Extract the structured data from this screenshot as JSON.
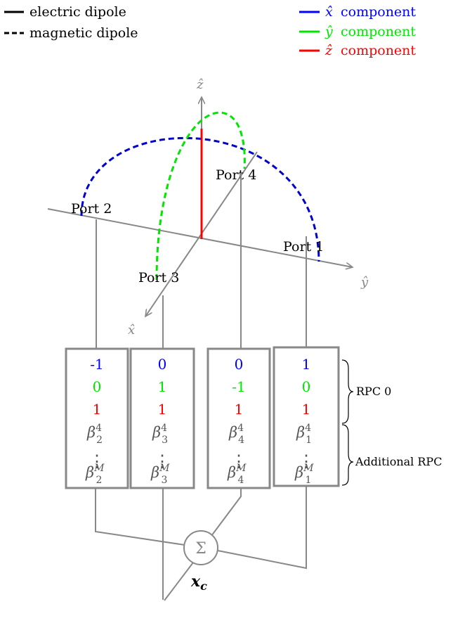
{
  "legend_left": [
    {
      "line_style": "solid",
      "label": "electric dipole"
    },
    {
      "line_style": "dashed",
      "label": "magnetic dipole"
    }
  ],
  "legend_right": [
    {
      "symbol": "x̂",
      "label": "component",
      "color": "#0000ff"
    },
    {
      "symbol": "ŷ",
      "label": "component",
      "color": "#00e600"
    },
    {
      "symbol": "ẑ",
      "label": "component",
      "color": "#ff0000"
    }
  ],
  "axes": {
    "x": "x̂",
    "y": "ŷ",
    "z": "ẑ"
  },
  "ports": [
    "Port 1",
    "Port 2",
    "Port 3",
    "Port 4"
  ],
  "columns": [
    {
      "x_val": "-1",
      "y_val": "0",
      "z_val": "1",
      "beta_sub": "2",
      "beta_sup": "4",
      "beta_sup_m": "M"
    },
    {
      "x_val": "0",
      "y_val": "1",
      "z_val": "1",
      "beta_sub": "3",
      "beta_sup": "4",
      "beta_sup_m": "M"
    },
    {
      "x_val": "0",
      "y_val": "-1",
      "z_val": "1",
      "beta_sub": "4",
      "beta_sup": "4",
      "beta_sup_m": "M"
    },
    {
      "x_val": "1",
      "y_val": "0",
      "z_val": "1",
      "beta_sub": "1",
      "beta_sup": "4",
      "beta_sup_m": "M"
    }
  ],
  "beta_symbol": "β",
  "vdots": "⋮",
  "brace_labels": {
    "rpc0": "RPC 0",
    "additional": "Additional RPC"
  },
  "sum_symbol": "Σ",
  "output_label": "x",
  "output_sub": "c",
  "colors": {
    "x": "#0000ff",
    "y": "#00e600",
    "z": "#ff0000",
    "gray": "#888888"
  }
}
